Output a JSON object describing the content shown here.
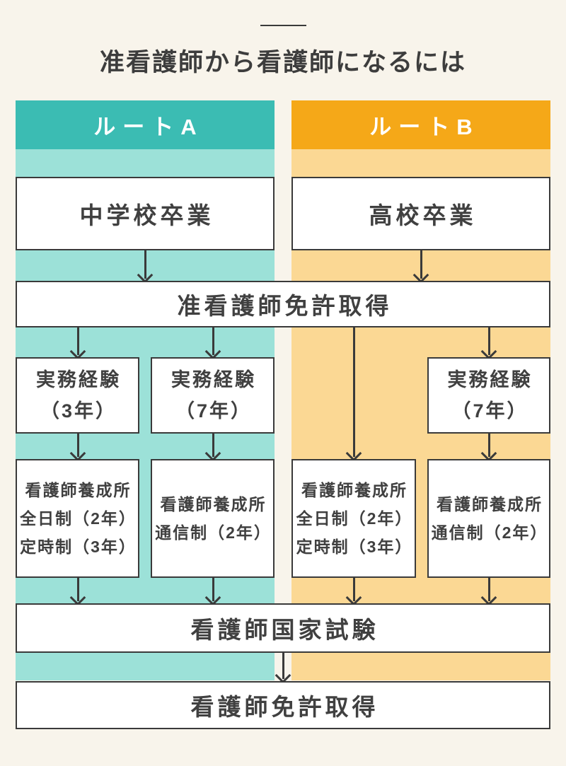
{
  "title": "准看護師から看護師になるには",
  "routes": {
    "a": {
      "label": "ルートA"
    },
    "b": {
      "label": "ルートB"
    }
  },
  "nodes": {
    "start_a": {
      "label": "中学校卒業"
    },
    "start_b": {
      "label": "高校卒業"
    },
    "license_lpn": {
      "label": "准看護師免許取得"
    },
    "exp_a3": {
      "lines": [
        "実務経験",
        "（3年）"
      ]
    },
    "exp_a7": {
      "lines": [
        "実務経験",
        "（7年）"
      ]
    },
    "exp_b7": {
      "lines": [
        "実務経験",
        "（7年）"
      ]
    },
    "school_a_fulltime": {
      "lines": [
        "看護師養成所",
        "全日制（2年）",
        "定時制（3年）"
      ]
    },
    "school_a_correspondence": {
      "lines": [
        "看護師養成所",
        "通信制（2年）"
      ]
    },
    "school_b_fulltime": {
      "lines": [
        "看護師養成所",
        "全日制（2年）",
        "定時制（3年）"
      ]
    },
    "school_b_correspondence": {
      "lines": [
        "看護師養成所",
        "通信制（2年）"
      ]
    },
    "exam": {
      "label": "看護師国家試験"
    },
    "license_rn": {
      "label": "看護師免許取得"
    }
  },
  "colors": {
    "background": "#f8f4eb",
    "route_a_header": "#3bbcb3",
    "route_a_column": "#9ce1d8",
    "route_b_header": "#f5a818",
    "route_b_column": "#fbd894",
    "box_background": "#ffffff",
    "box_border": "#3a3a3a",
    "text": "#404040",
    "header_text": "#ffffff"
  }
}
